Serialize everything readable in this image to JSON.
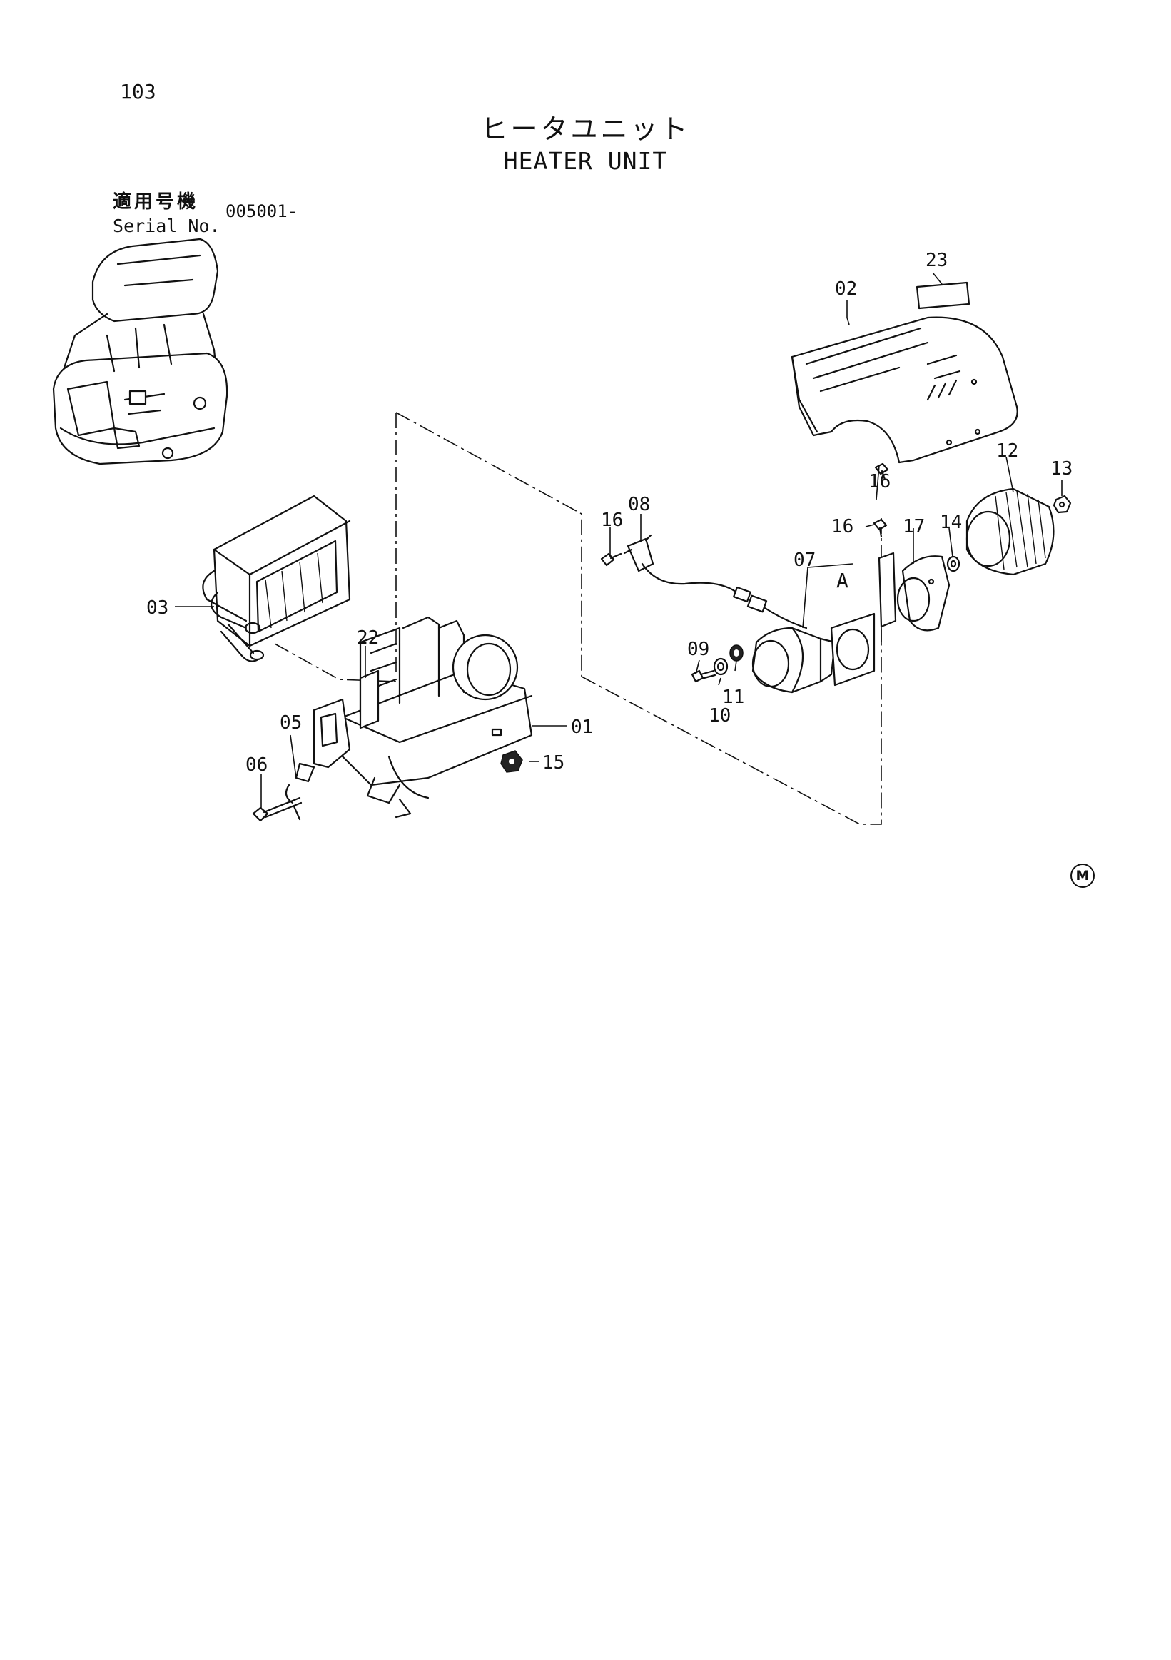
{
  "page_number": "103",
  "title_jp": "ヒータユニット",
  "title_en": "HEATER UNIT",
  "serial": {
    "label_jp": "適用号機",
    "label_en": "Serial No.",
    "value": "005001-"
  },
  "view_label": "A",
  "footer_mark": "M",
  "callouts": [
    "01",
    "02",
    "03",
    "05",
    "06",
    "07",
    "08",
    "09",
    "10",
    "11",
    "12",
    "13",
    "14",
    "15",
    "16",
    "16",
    "16",
    "17",
    "22",
    "23"
  ]
}
